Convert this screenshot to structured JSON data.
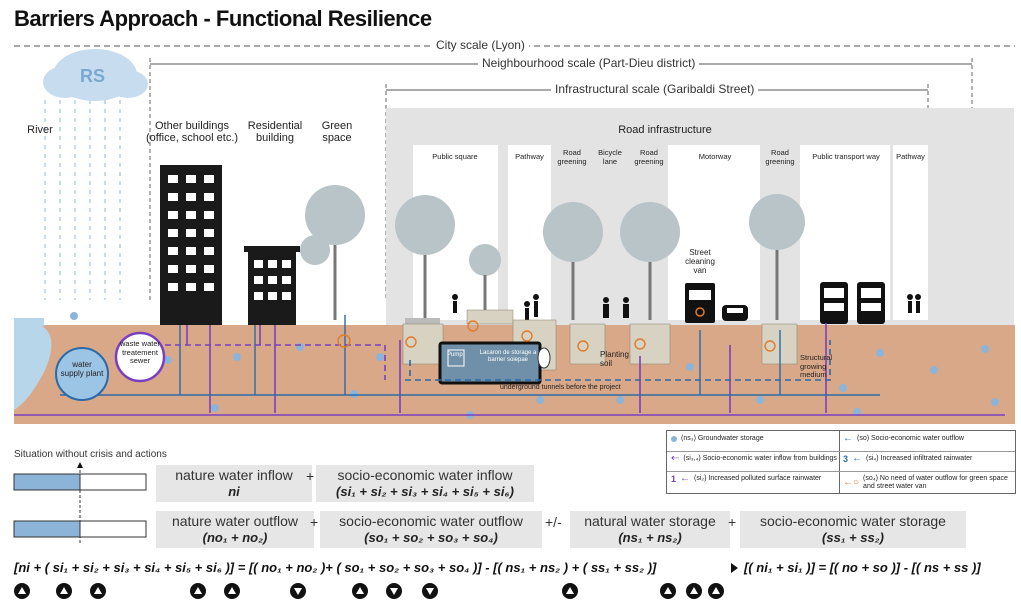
{
  "title": "Barriers Approach - Functional Resilience",
  "scales": {
    "city": "City scale (Lyon)",
    "neighbourhood": "Neighbourhood scale (Part-Dieu district)",
    "infrastructural": "Infrastructural scale (Garibaldi Street)"
  },
  "zones": {
    "rs": "RS",
    "river": "River",
    "other_buildings": "Other buildings (office, school etc.)",
    "residential": "Residential building",
    "green_space": "Green space",
    "road_infrastructure": "Road infrastructure",
    "public_square": "Public square",
    "pathway1": "Pathway",
    "road_greening1": "Road greening",
    "bicycle_lane": "Bicycle lane",
    "road_greening2": "Road greening",
    "motorway": "Motorway",
    "road_greening3": "Road greening",
    "public_transport": "Public transport way",
    "pathway2": "Pathway"
  },
  "underground": {
    "water_supply": "water supply plant",
    "wastewater": "waste water treatement sewer",
    "pump": "Pump",
    "storage_tank": "Lacaron de storage a barrier soiepae",
    "planting_soil": "Planting soil",
    "street_cleaning": "Street cleaning van",
    "structural_medium": "Structural growing medium",
    "tunnels": "underground tunnels before the project"
  },
  "legend": {
    "ns": "(ns₃) Groundwater storage",
    "so": "(so) Socio-economic water outflow",
    "si_buildings": "(si₃,₄) Socio-economic water inflow from buildings",
    "si_infiltrated": "(si₄) Increased infiltrated rainwater",
    "si_polluted": "(si₂) Increased polluted surface rainwater",
    "so_green": "(so₄) No need of water outflow for green space and street water van",
    "num_1": "1",
    "num_3": "3"
  },
  "situation_label": "Situation without crisis and actions",
  "eq_inflow": {
    "nature_title": "nature water inflow",
    "nature_sym": "ni",
    "plus": "+",
    "socio_title": "socio-economic water inflow",
    "socio_sym": "(si₁ + si₂ + si₃ + si₄ + si₅ + si₆)"
  },
  "eq_outflow": {
    "nature_title": "nature water outflow",
    "nature_sym": "(no₁ + no₂)",
    "plus": "+",
    "socio_title": "socio-economic water outflow",
    "socio_sym": "(so₁ + so₂ + so₃ + so₄)",
    "plusminus": "+/-",
    "nat_storage_title": "natural water storage",
    "nat_storage_sym": "(ns₁ + ns₂)",
    "plus2": "+",
    "socio_storage_title": "socio-economic water storage",
    "socio_storage_sym": "(ss₁ + ss₂)"
  },
  "formula": {
    "left": "[ni + ( si₁ + si₂ + si₃ + si₄ + si₅ + si₆ )] = [( no₁ + no₂ )+ ( so₁ + so₂ + so₃ + so₄ )] - [( ns₁ + ns₂ ) + ( ss₁ + ss₂ )]",
    "right": "[( ni₁ + si₁ )] = [( no + so )] - [( ns + ss )]"
  },
  "arrows": [
    "up",
    "up",
    "up",
    "up",
    "up",
    "down",
    "up",
    "down",
    "down",
    "up",
    "up",
    "up",
    "up"
  ],
  "colors": {
    "soil": "#d9a888",
    "water": "#b8d6ea",
    "purple": "#7a3fc0",
    "blue": "#2a6aa8",
    "orange": "#e07b2a",
    "grey": "#e6e6e6"
  }
}
